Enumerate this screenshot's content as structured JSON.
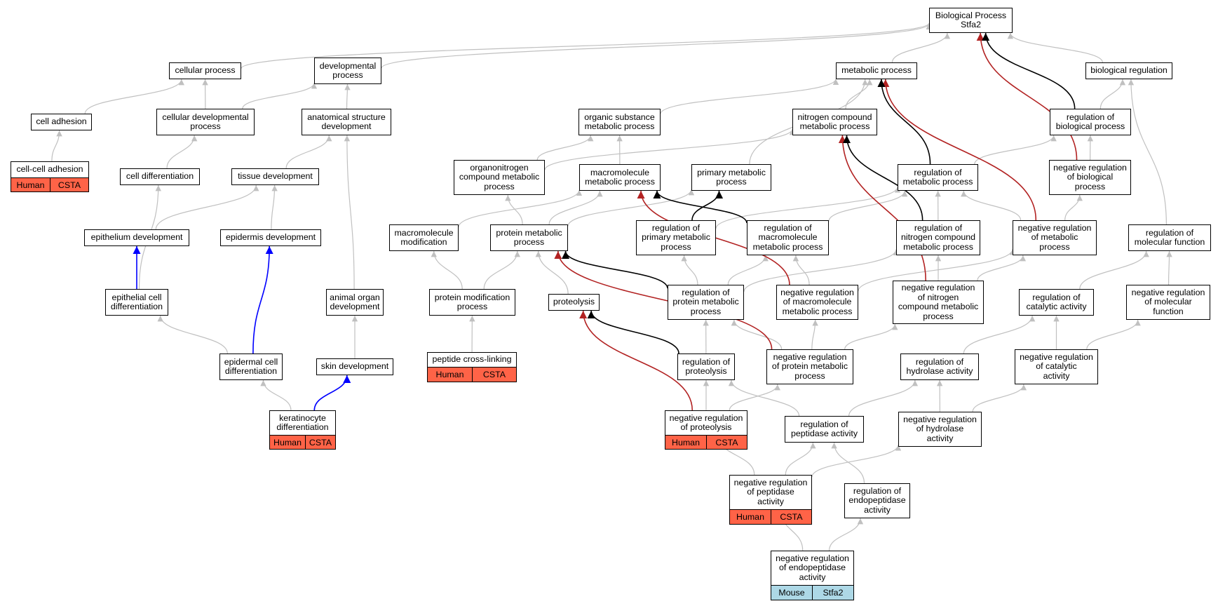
{
  "colors": {
    "grey": "#c0c0c0",
    "black": "#000000",
    "red": "#b22222",
    "blue": "#0000ff",
    "human": "#ff6347",
    "mouse": "#add8e6"
  },
  "nodes": {
    "bp_root": "Biological Process\nStfa2",
    "cellular_process": "cellular process",
    "developmental_process": "developmental\nprocess",
    "metabolic_process": "metabolic process",
    "biological_regulation": "biological regulation",
    "cell_adhesion": "cell adhesion",
    "cellular_developmental_process": "cellular developmental\nprocess",
    "anatomical_structure_development": "anatomical structure\ndevelopment",
    "organic_substance_metabolic_process": "organic substance\nmetabolic process",
    "nitrogen_compound_metabolic_process": "nitrogen compound\nmetabolic process",
    "regulation_of_biological_process": "regulation of\nbiological process",
    "cell_cell_adhesion": "cell-cell adhesion",
    "cell_differentiation": "cell differentiation",
    "tissue_development": "tissue development",
    "organonitrogen_compound_metabolic_process": "organonitrogen\ncompound metabolic\nprocess",
    "macromolecule_metabolic_process": "macromolecule\nmetabolic process",
    "primary_metabolic_process": "primary metabolic\nprocess",
    "regulation_of_metabolic_process": "regulation of\nmetabolic process",
    "negative_regulation_of_biological_process": "negative regulation\nof biological\nprocess",
    "epithelium_development": "epithelium development",
    "epidermis_development": "epidermis development",
    "macromolecule_modification": "macromolecule\nmodification",
    "protein_metabolic_process": "protein metabolic\nprocess",
    "regulation_of_primary_metabolic_process": "regulation of\nprimary metabolic\nprocess",
    "regulation_of_macromolecule_metabolic_process": "regulation of\nmacromolecule\nmetabolic process",
    "regulation_of_nitrogen_compound_metabolic_process": "regulation of\nnitrogen compound\nmetabolic process",
    "negative_regulation_of_metabolic_process": "negative regulation\nof metabolic\nprocess",
    "regulation_of_molecular_function": "regulation of\nmolecular function",
    "epithelial_cell_differentiation": "epithelial cell\ndifferentiation",
    "animal_organ_development": "animal organ\ndevelopment",
    "protein_modification_process": "protein modification\nprocess",
    "proteolysis": "proteolysis",
    "regulation_of_protein_metabolic_process": "regulation of\nprotein metabolic\nprocess",
    "negative_regulation_of_macromolecule_metabolic_process": "negative regulation\nof macromolecule\nmetabolic process",
    "negative_regulation_of_nitrogen_compound_metabolic_process": "negative regulation\nof nitrogen\ncompound metabolic\nprocess",
    "regulation_of_catalytic_activity": "regulation of\ncatalytic activity",
    "negative_regulation_of_molecular_function": "negative regulation\nof molecular\nfunction",
    "epidermal_cell_differentiation": "epidermal cell\ndifferentiation",
    "skin_development": "skin development",
    "peptide_cross_linking": "peptide cross-linking",
    "regulation_of_proteolysis": "regulation of\nproteolysis",
    "negative_regulation_of_protein_metabolic_process": "negative regulation\nof protein metabolic\nprocess",
    "regulation_of_hydrolase_activity": "regulation of\nhydrolase activity",
    "negative_regulation_of_catalytic_activity": "negative regulation\nof catalytic\nactivity",
    "keratinocyte_differentiation": "keratinocyte\ndifferentiation",
    "negative_regulation_of_proteolysis": "negative regulation\nof proteolysis",
    "regulation_of_peptidase_activity": "regulation of\npeptidase activity",
    "negative_regulation_of_hydrolase_activity": "negative regulation\nof hydrolase\nactivity",
    "negative_regulation_of_peptidase_activity": "negative regulation\nof peptidase\nactivity",
    "regulation_of_endopeptidase_activity": "regulation of\nendopeptidase\nactivity",
    "negative_regulation_of_endopeptidase_activity": "negative regulation\nof endopeptidase\nactivity"
  },
  "annotations": {
    "cell_cell_adhesion": {
      "species": "Human",
      "gene": "CSTA"
    },
    "keratinocyte_differentiation": {
      "species": "Human",
      "gene": "CSTA"
    },
    "peptide_cross_linking": {
      "species": "Human",
      "gene": "CSTA"
    },
    "negative_regulation_of_proteolysis": {
      "species": "Human",
      "gene": "CSTA"
    },
    "negative_regulation_of_peptidase_activity": {
      "species": "Human",
      "gene": "CSTA"
    },
    "negative_regulation_of_endopeptidase_activity": {
      "species": "Mouse",
      "gene": "Stfa2"
    }
  },
  "edges": [
    {
      "from": "cellular_process",
      "to": "bp_root",
      "color": "grey"
    },
    {
      "from": "developmental_process",
      "to": "bp_root",
      "color": "grey"
    },
    {
      "from": "metabolic_process",
      "to": "bp_root",
      "color": "grey"
    },
    {
      "from": "biological_regulation",
      "to": "bp_root",
      "color": "grey"
    },
    {
      "from": "regulation_of_biological_process",
      "to": "bp_root",
      "color": "black"
    },
    {
      "from": "negative_regulation_of_biological_process",
      "to": "bp_root",
      "color": "red"
    },
    {
      "from": "cell_adhesion",
      "to": "cellular_process",
      "color": "grey"
    },
    {
      "from": "cellular_developmental_process",
      "to": "cellular_process",
      "color": "grey"
    },
    {
      "from": "cellular_developmental_process",
      "to": "developmental_process",
      "color": "grey"
    },
    {
      "from": "anatomical_structure_development",
      "to": "developmental_process",
      "color": "grey"
    },
    {
      "from": "organic_substance_metabolic_process",
      "to": "metabolic_process",
      "color": "grey"
    },
    {
      "from": "nitrogen_compound_metabolic_process",
      "to": "metabolic_process",
      "color": "grey"
    },
    {
      "from": "primary_metabolic_process",
      "to": "metabolic_process",
      "color": "grey"
    },
    {
      "from": "regulation_of_metabolic_process",
      "to": "metabolic_process",
      "color": "black"
    },
    {
      "from": "negative_regulation_of_metabolic_process",
      "to": "metabolic_process",
      "color": "red"
    },
    {
      "from": "regulation_of_biological_process",
      "to": "biological_regulation",
      "color": "grey"
    },
    {
      "from": "regulation_of_molecular_function",
      "to": "biological_regulation",
      "color": "grey"
    },
    {
      "from": "cell_cell_adhesion",
      "to": "cell_adhesion",
      "color": "grey"
    },
    {
      "from": "cell_differentiation",
      "to": "cellular_developmental_process",
      "color": "grey"
    },
    {
      "from": "tissue_development",
      "to": "anatomical_structure_development",
      "color": "grey"
    },
    {
      "from": "animal_organ_development",
      "to": "anatomical_structure_development",
      "color": "grey"
    },
    {
      "from": "organonitrogen_compound_metabolic_process",
      "to": "organic_substance_metabolic_process",
      "color": "grey"
    },
    {
      "from": "organonitrogen_compound_metabolic_process",
      "to": "nitrogen_compound_metabolic_process",
      "color": "grey"
    },
    {
      "from": "macromolecule_metabolic_process",
      "to": "organic_substance_metabolic_process",
      "color": "grey"
    },
    {
      "from": "regulation_of_nitrogen_compound_metabolic_process",
      "to": "nitrogen_compound_metabolic_process",
      "color": "black"
    },
    {
      "from": "negative_regulation_of_nitrogen_compound_metabolic_process",
      "to": "nitrogen_compound_metabolic_process",
      "color": "red"
    },
    {
      "from": "regulation_of_metabolic_process",
      "to": "regulation_of_biological_process",
      "color": "grey"
    },
    {
      "from": "negative_regulation_of_biological_process",
      "to": "regulation_of_biological_process",
      "color": "grey"
    },
    {
      "from": "epithelial_cell_differentiation",
      "to": "cell_differentiation",
      "color": "grey"
    },
    {
      "from": "epithelium_development",
      "to": "tissue_development",
      "color": "grey"
    },
    {
      "from": "epidermis_development",
      "to": "tissue_development",
      "color": "grey"
    },
    {
      "from": "macromolecule_modification",
      "to": "macromolecule_metabolic_process",
      "color": "grey"
    },
    {
      "from": "protein_metabolic_process",
      "to": "macromolecule_metabolic_process",
      "color": "grey"
    },
    {
      "from": "protein_metabolic_process",
      "to": "primary_metabolic_process",
      "color": "grey"
    },
    {
      "from": "protein_metabolic_process",
      "to": "organonitrogen_compound_metabolic_process",
      "color": "grey"
    },
    {
      "from": "regulation_of_macromolecule_metabolic_process",
      "to": "macromolecule_metabolic_process",
      "color": "black"
    },
    {
      "from": "negative_regulation_of_macromolecule_metabolic_process",
      "to": "macromolecule_metabolic_process",
      "color": "red"
    },
    {
      "from": "regulation_of_primary_metabolic_process",
      "to": "primary_metabolic_process",
      "color": "black"
    },
    {
      "from": "regulation_of_primary_metabolic_process",
      "to": "regulation_of_metabolic_process",
      "color": "grey"
    },
    {
      "from": "regulation_of_macromolecule_metabolic_process",
      "to": "regulation_of_metabolic_process",
      "color": "grey"
    },
    {
      "from": "regulation_of_nitrogen_compound_metabolic_process",
      "to": "regulation_of_metabolic_process",
      "color": "grey"
    },
    {
      "from": "negative_regulation_of_metabolic_process",
      "to": "regulation_of_metabolic_process",
      "color": "grey"
    },
    {
      "from": "negative_regulation_of_metabolic_process",
      "to": "negative_regulation_of_biological_process",
      "color": "grey"
    },
    {
      "from": "epithelial_cell_differentiation",
      "to": "epithelium_development",
      "color": "blue"
    },
    {
      "from": "epidermal_cell_differentiation",
      "to": "epithelial_cell_differentiation",
      "color": "grey"
    },
    {
      "from": "epidermal_cell_differentiation",
      "to": "epidermis_development",
      "color": "blue"
    },
    {
      "from": "protein_modification_process",
      "to": "macromolecule_modification",
      "color": "grey"
    },
    {
      "from": "protein_modification_process",
      "to": "protein_metabolic_process",
      "color": "grey"
    },
    {
      "from": "proteolysis",
      "to": "protein_metabolic_process",
      "color": "grey"
    },
    {
      "from": "regulation_of_protein_metabolic_process",
      "to": "protein_metabolic_process",
      "color": "black"
    },
    {
      "from": "negative_regulation_of_protein_metabolic_process",
      "to": "protein_metabolic_process",
      "color": "red"
    },
    {
      "from": "regulation_of_protein_metabolic_process",
      "to": "regulation_of_primary_metabolic_process",
      "color": "grey"
    },
    {
      "from": "regulation_of_protein_metabolic_process",
      "to": "regulation_of_macromolecule_metabolic_process",
      "color": "grey"
    },
    {
      "from": "regulation_of_protein_metabolic_process",
      "to": "regulation_of_nitrogen_compound_metabolic_process",
      "color": "grey"
    },
    {
      "from": "negative_regulation_of_macromolecule_metabolic_process",
      "to": "regulation_of_macromolecule_metabolic_process",
      "color": "grey"
    },
    {
      "from": "negative_regulation_of_macromolecule_metabolic_process",
      "to": "negative_regulation_of_metabolic_process",
      "color": "grey"
    },
    {
      "from": "negative_regulation_of_nitrogen_compound_metabolic_process",
      "to": "regulation_of_nitrogen_compound_metabolic_process",
      "color": "grey"
    },
    {
      "from": "negative_regulation_of_nitrogen_compound_metabolic_process",
      "to": "negative_regulation_of_metabolic_process",
      "color": "grey"
    },
    {
      "from": "regulation_of_catalytic_activity",
      "to": "regulation_of_molecular_function",
      "color": "grey"
    },
    {
      "from": "negative_regulation_of_molecular_function",
      "to": "regulation_of_molecular_function",
      "color": "grey"
    },
    {
      "from": "keratinocyte_differentiation",
      "to": "epidermal_cell_differentiation",
      "color": "grey"
    },
    {
      "from": "keratinocyte_differentiation",
      "to": "skin_development",
      "color": "blue"
    },
    {
      "from": "skin_development",
      "to": "animal_organ_development",
      "color": "grey"
    },
    {
      "from": "peptide_cross_linking",
      "to": "protein_modification_process",
      "color": "grey"
    },
    {
      "from": "regulation_of_proteolysis",
      "to": "proteolysis",
      "color": "black"
    },
    {
      "from": "regulation_of_proteolysis",
      "to": "regulation_of_protein_metabolic_process",
      "color": "grey"
    },
    {
      "from": "negative_regulation_of_protein_metabolic_process",
      "to": "regulation_of_protein_metabolic_process",
      "color": "grey"
    },
    {
      "from": "negative_regulation_of_protein_metabolic_process",
      "to": "negative_regulation_of_macromolecule_metabolic_process",
      "color": "grey"
    },
    {
      "from": "negative_regulation_of_protein_metabolic_process",
      "to": "negative_regulation_of_nitrogen_compound_metabolic_process",
      "color": "grey"
    },
    {
      "from": "regulation_of_hydrolase_activity",
      "to": "regulation_of_catalytic_activity",
      "color": "grey"
    },
    {
      "from": "negative_regulation_of_catalytic_activity",
      "to": "regulation_of_catalytic_activity",
      "color": "grey"
    },
    {
      "from": "negative_regulation_of_catalytic_activity",
      "to": "negative_regulation_of_molecular_function",
      "color": "grey"
    },
    {
      "from": "negative_regulation_of_proteolysis",
      "to": "proteolysis",
      "color": "red"
    },
    {
      "from": "negative_regulation_of_proteolysis",
      "to": "regulation_of_proteolysis",
      "color": "grey"
    },
    {
      "from": "negative_regulation_of_proteolysis",
      "to": "negative_regulation_of_protein_metabolic_process",
      "color": "grey"
    },
    {
      "from": "regulation_of_peptidase_activity",
      "to": "regulation_of_proteolysis",
      "color": "grey"
    },
    {
      "from": "regulation_of_peptidase_activity",
      "to": "regulation_of_hydrolase_activity",
      "color": "grey"
    },
    {
      "from": "negative_regulation_of_hydrolase_activity",
      "to": "regulation_of_hydrolase_activity",
      "color": "grey"
    },
    {
      "from": "negative_regulation_of_hydrolase_activity",
      "to": "negative_regulation_of_catalytic_activity",
      "color": "grey"
    },
    {
      "from": "negative_regulation_of_peptidase_activity",
      "to": "negative_regulation_of_proteolysis",
      "color": "grey"
    },
    {
      "from": "negative_regulation_of_peptidase_activity",
      "to": "regulation_of_peptidase_activity",
      "color": "grey"
    },
    {
      "from": "negative_regulation_of_peptidase_activity",
      "to": "negative_regulation_of_hydrolase_activity",
      "color": "grey"
    },
    {
      "from": "regulation_of_endopeptidase_activity",
      "to": "regulation_of_peptidase_activity",
      "color": "grey"
    },
    {
      "from": "negative_regulation_of_endopeptidase_activity",
      "to": "negative_regulation_of_peptidase_activity",
      "color": "grey"
    },
    {
      "from": "negative_regulation_of_endopeptidase_activity",
      "to": "regulation_of_endopeptidase_activity",
      "color": "grey"
    }
  ]
}
